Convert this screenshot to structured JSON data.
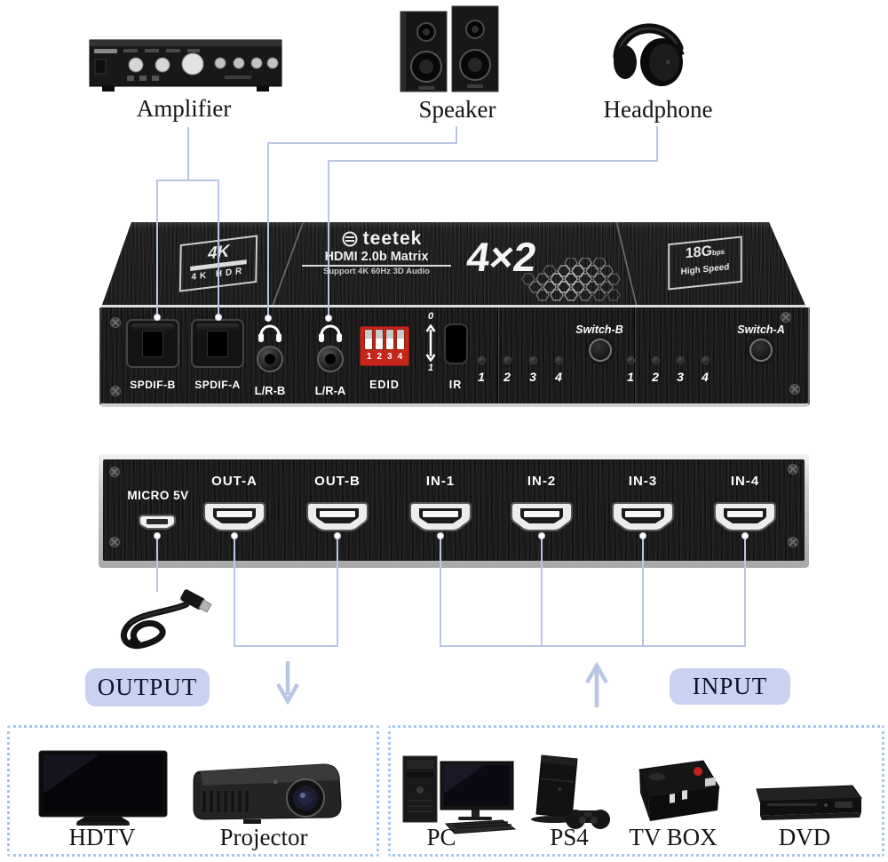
{
  "top_devices": {
    "amplifier": "Amplifier",
    "speaker": "Speaker",
    "headphone": "Headphone"
  },
  "device_top": {
    "brand": "teetek",
    "model_line": "HDMI 2.0b Matrix",
    "support_line": "Support 4K 60Hz 3D Audio",
    "size_label": "4×2",
    "badge_4k": {
      "line1": "4K",
      "line2": "4K HDR"
    },
    "badge_18g": {
      "line1": "18G",
      "unit": "bps",
      "line2": "High Speed"
    }
  },
  "front_panel": {
    "spdif_b": "SPDIF-B",
    "spdif_a": "SPDIF-A",
    "lr_b": "L/R-B",
    "lr_a": "L/R-A",
    "edid": "EDID",
    "dip_numbers": [
      "1",
      "2",
      "3",
      "4"
    ],
    "indicator_top": "0",
    "indicator_bottom": "1",
    "ir": "IR",
    "leds_b": [
      "1",
      "2",
      "3",
      "4"
    ],
    "leds_a": [
      "1",
      "2",
      "3",
      "4"
    ],
    "switch_b": "Switch-B",
    "switch_a": "Switch-A"
  },
  "rear_panel": {
    "micro": "MICRO 5V",
    "ports": [
      "OUT-A",
      "OUT-B",
      "IN-1",
      "IN-2",
      "IN-3",
      "IN-4"
    ]
  },
  "labels": {
    "output": "OUTPUT",
    "input": "INPUT"
  },
  "bottom_devices": {
    "hdtv": "HDTV",
    "projector": "Projector",
    "pc": "PC",
    "ps4": "PS4",
    "tvbox": "TV BOX",
    "dvd": "DVD"
  },
  "colors": {
    "connector_line": "#b9c6e3",
    "pill_bg": "#c9d3f1",
    "dash_border": "#a6c7ea",
    "edid_red": "#c4271a"
  }
}
